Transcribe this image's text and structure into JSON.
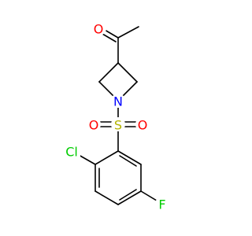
{
  "molecule": {
    "atoms": {
      "oxygen_ketone": "O",
      "nitrogen": "N",
      "sulfur": "S",
      "oxygen_sulfonyl_left": "O",
      "oxygen_sulfonyl_right": "O",
      "chlorine": "Cl",
      "fluorine": "F"
    },
    "colors": {
      "bond": "#000000",
      "oxygen": "#ff0000",
      "nitrogen": "#0000ff",
      "sulfur": "#b3b300",
      "chlorine": "#00cc00",
      "fluorine": "#00cc00"
    }
  }
}
